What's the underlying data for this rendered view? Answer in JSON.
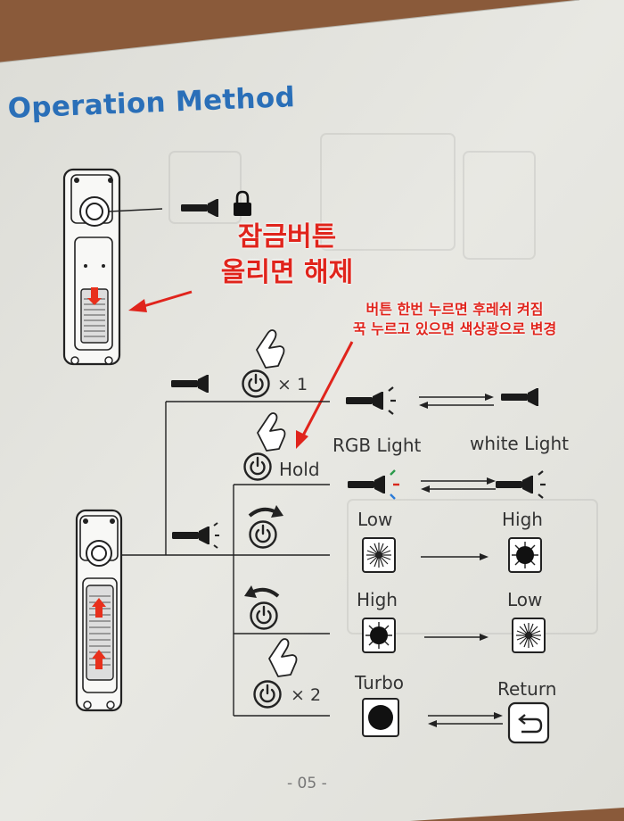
{
  "page": {
    "title": "Operation Method",
    "page_number": "- 05 -"
  },
  "annotations": {
    "unlock_line1": "잠금버튼",
    "unlock_line2": "올리면 해제",
    "press_line1": "버튼 한번 누르면 후레쉬 켜짐",
    "press_line2": "꾹 누르고 있으면 색상광으로 변경"
  },
  "steps": {
    "single_press_count": "× 1",
    "hold_label": "Hold",
    "double_press_count": "× 2"
  },
  "modes": {
    "rgb_light": "RGB Light",
    "white_light": "white Light",
    "cw_from": "Low",
    "cw_to": "High",
    "ccw_from": "High",
    "ccw_to": "Low",
    "turbo": "Turbo",
    "return": "Return"
  },
  "colors": {
    "title_blue": "#2a6fb8",
    "annotation_red": "#e0241c",
    "device_red_arrow": "#e8301c"
  }
}
